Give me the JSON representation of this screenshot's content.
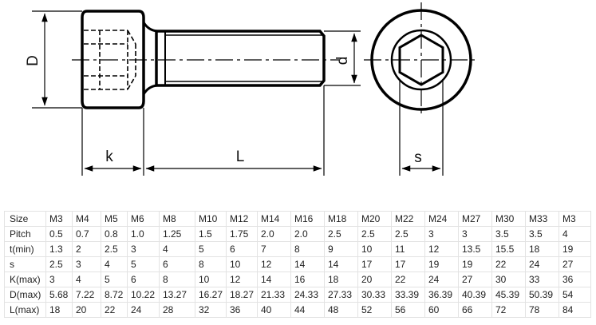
{
  "drawing": {
    "labels": {
      "D": "D",
      "k": "k",
      "L": "L",
      "d": "d",
      "s": "s"
    }
  },
  "table": {
    "rows": [
      {
        "label": "Size",
        "values": [
          "M3",
          "M4",
          "M5",
          "M6",
          "M8",
          "M10",
          "M12",
          "M14",
          "M16",
          "M18",
          "M20",
          "M22",
          "M24",
          "M27",
          "M30",
          "M33",
          "M3"
        ]
      },
      {
        "label": "Pitch",
        "values": [
          "0.5",
          "0.7",
          "0.8",
          "1.0",
          "1.25",
          "1.5",
          "1.75",
          "2.0",
          "2.0",
          "2.5",
          "2.5",
          "2.5",
          "3",
          "3",
          "3.5",
          "3.5",
          "4"
        ]
      },
      {
        "label": "t(min)",
        "values": [
          "1.3",
          "2",
          "2.5",
          "3",
          "4",
          "5",
          "6",
          "7",
          "8",
          "9",
          "10",
          "11",
          "12",
          "13.5",
          "15.5",
          "18",
          "19"
        ]
      },
      {
        "label": "s",
        "values": [
          "2.5",
          "3",
          "4",
          "5",
          "6",
          "8",
          "10",
          "12",
          "14",
          "14",
          "17",
          "17",
          "19",
          "19",
          "22",
          "24",
          "27"
        ]
      },
      {
        "label": "K(max)",
        "values": [
          "3",
          "4",
          "5",
          "6",
          "8",
          "10",
          "12",
          "14",
          "16",
          "18",
          "20",
          "22",
          "24",
          "27",
          "30",
          "33",
          "36"
        ]
      },
      {
        "label": "D(max)",
        "values": [
          "5.68",
          "7.22",
          "8.72",
          "10.22",
          "13.27",
          "16.27",
          "18.27",
          "21.33",
          "24.33",
          "27.33",
          "30.33",
          "33.39",
          "36.39",
          "40.39",
          "45.39",
          "50.39",
          "54"
        ]
      },
      {
        "label": "L(max)",
        "values": [
          "18",
          "20",
          "22",
          "24",
          "28",
          "32",
          "36",
          "40",
          "44",
          "48",
          "52",
          "56",
          "60",
          "66",
          "72",
          "78",
          "84"
        ]
      }
    ]
  }
}
